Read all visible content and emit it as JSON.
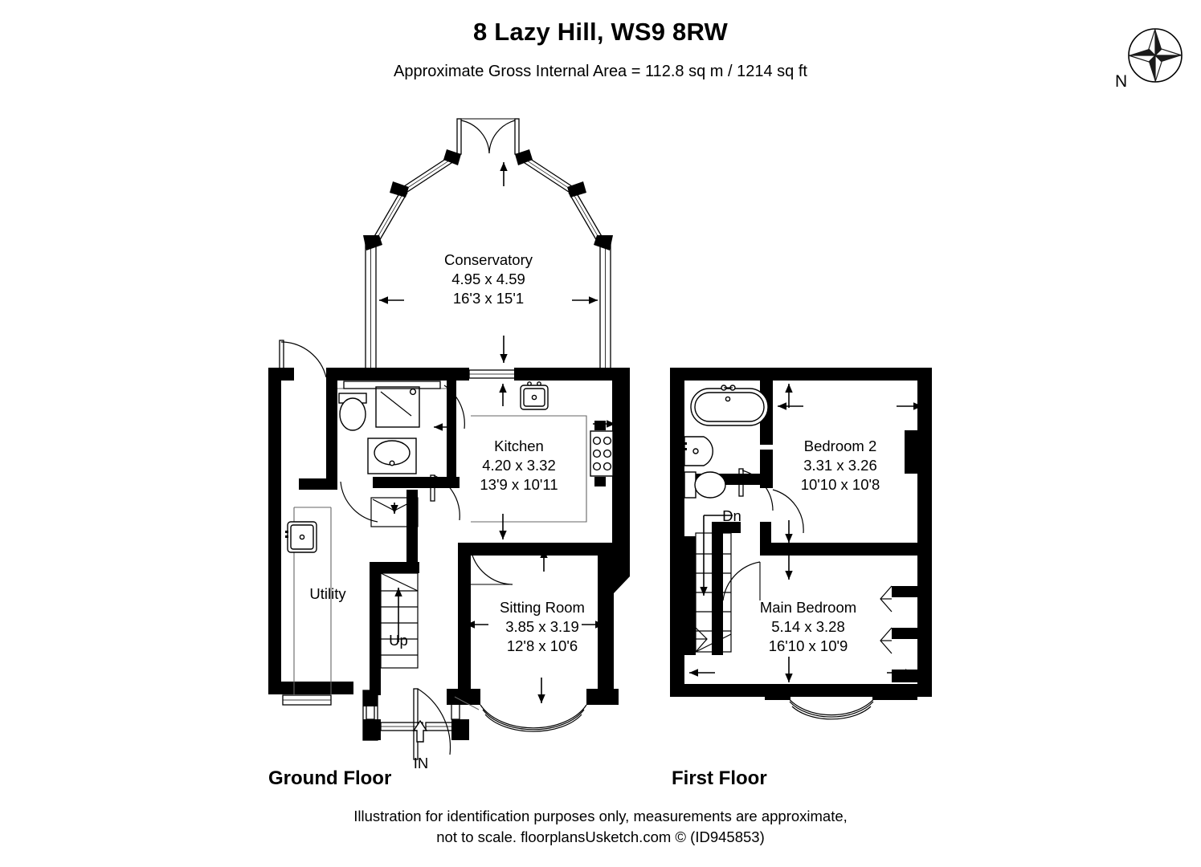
{
  "header": {
    "title": "8 Lazy Hill, WS9 8RW",
    "subtitle": "Approximate Gross Internal Area = 112.8 sq m / 1214 sq ft"
  },
  "compass": {
    "north_label": "N",
    "icon": "compass-rose-icon"
  },
  "floors": [
    {
      "id": "ground",
      "caption": "Ground Floor",
      "rooms": [
        {
          "name": "Conservatory",
          "dim_metric": "4.95 x 4.59",
          "dim_imperial": "16'3 x 15'1"
        },
        {
          "name": "Kitchen",
          "dim_metric": "4.20 x 3.32",
          "dim_imperial": "13'9 x 10'11"
        },
        {
          "name": "Sitting Room",
          "dim_metric": "3.85 x 3.19",
          "dim_imperial": "12'8 x 10'6"
        },
        {
          "name": "Utility",
          "dim_metric": "",
          "dim_imperial": ""
        }
      ],
      "markers": [
        {
          "label": "Up",
          "type": "stair-direction"
        },
        {
          "label": "IN",
          "type": "entrance-direction"
        }
      ]
    },
    {
      "id": "first",
      "caption": "First Floor",
      "rooms": [
        {
          "name": "Bedroom 2",
          "dim_metric": "3.31 x 3.26",
          "dim_imperial": "10'10 x 10'8"
        },
        {
          "name": "Main Bedroom",
          "dim_metric": "5.14 x 3.28",
          "dim_imperial": "16'10 x 10'9"
        }
      ],
      "markers": [
        {
          "label": "Dn",
          "type": "stair-direction"
        }
      ]
    }
  ],
  "footer": {
    "line1": "Illustration for identification purposes only, measurements are approximate,",
    "line2": "not to scale. floorplansUsketch.com © (ID945853)"
  },
  "colors": {
    "wall": "#000000",
    "background": "#ffffff",
    "line": "#000000",
    "thin_line": "#555555"
  }
}
